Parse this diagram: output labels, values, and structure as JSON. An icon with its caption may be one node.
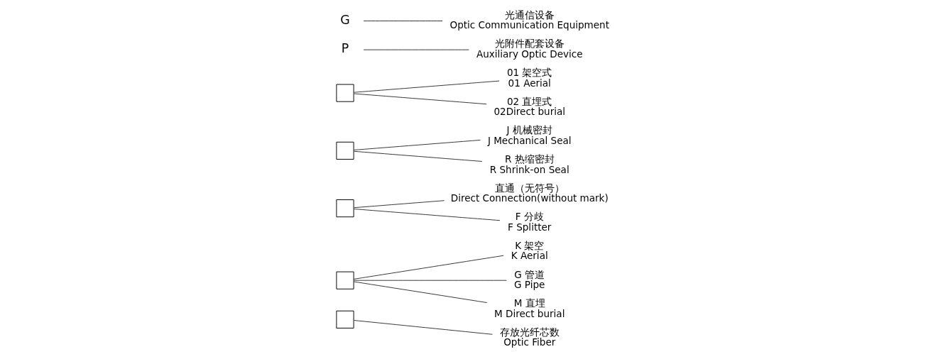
{
  "diagram": {
    "nodes": [
      {
        "text": [
          "G"
        ]
      },
      {
        "text": [
          "P"
        ]
      },
      {
        "text": [],
        "shape": "box"
      },
      {
        "text": [],
        "shape": "box"
      },
      {
        "text": [],
        "shape": "box"
      },
      {
        "text": [],
        "shape": "box"
      },
      {
        "text": [],
        "shape": "box"
      },
      {
        "text": [
          "存放光纤芯数",
          "Optic Fiber"
        ]
      },
      {
        "text": [
          "K 架空",
          "K Aerial"
        ]
      },
      {
        "text": [
          "G 管道",
          "G Pipe"
        ]
      },
      {
        "text": [
          "M 直埋",
          "M Direct burial"
        ]
      },
      {
        "text": [
          "直通（无符号）",
          "Direct Connection(without mark)"
        ]
      },
      {
        "text": [
          "F 分歧",
          "F Splitter"
        ]
      },
      {
        "text": [
          "J 机械密封",
          "J Mechanical Seal"
        ]
      },
      {
        "text": [
          "R 热缩密封",
          "R Shrink-on Seal"
        ]
      },
      {
        "text": [
          "01 架空式",
          "01 Aerial"
        ]
      },
      {
        "text": [
          "02 直埋式",
          "02Direct burial"
        ]
      },
      {
        "text": [
          "光附件配套设备",
          "Auxiliary Optic Device"
        ]
      },
      {
        "text": [
          "光通信设备",
          "Optic Communication Equipment"
        ]
      }
    ],
    "edges": [
      {
        "from": 6,
        "to": 7,
        "arrow": "none"
      },
      {
        "from": 5,
        "to": 8,
        "arrow": "none"
      },
      {
        "from": 5,
        "to": 9,
        "arrow": "none"
      },
      {
        "from": 5,
        "to": 10,
        "arrow": "none"
      },
      {
        "from": 4,
        "to": 11,
        "arrow": "none"
      },
      {
        "from": 4,
        "to": 12,
        "arrow": "none"
      },
      {
        "from": 3,
        "to": 13,
        "arrow": "none"
      },
      {
        "from": 3,
        "to": 14,
        "arrow": "none"
      },
      {
        "from": 2,
        "to": 15,
        "arrow": "none"
      },
      {
        "from": 2,
        "to": 16,
        "arrow": "none"
      },
      {
        "from": 1,
        "to": 17,
        "arrow": "none"
      },
      {
        "from": 0,
        "to": 18,
        "arrow": "none"
      }
    ]
  }
}
